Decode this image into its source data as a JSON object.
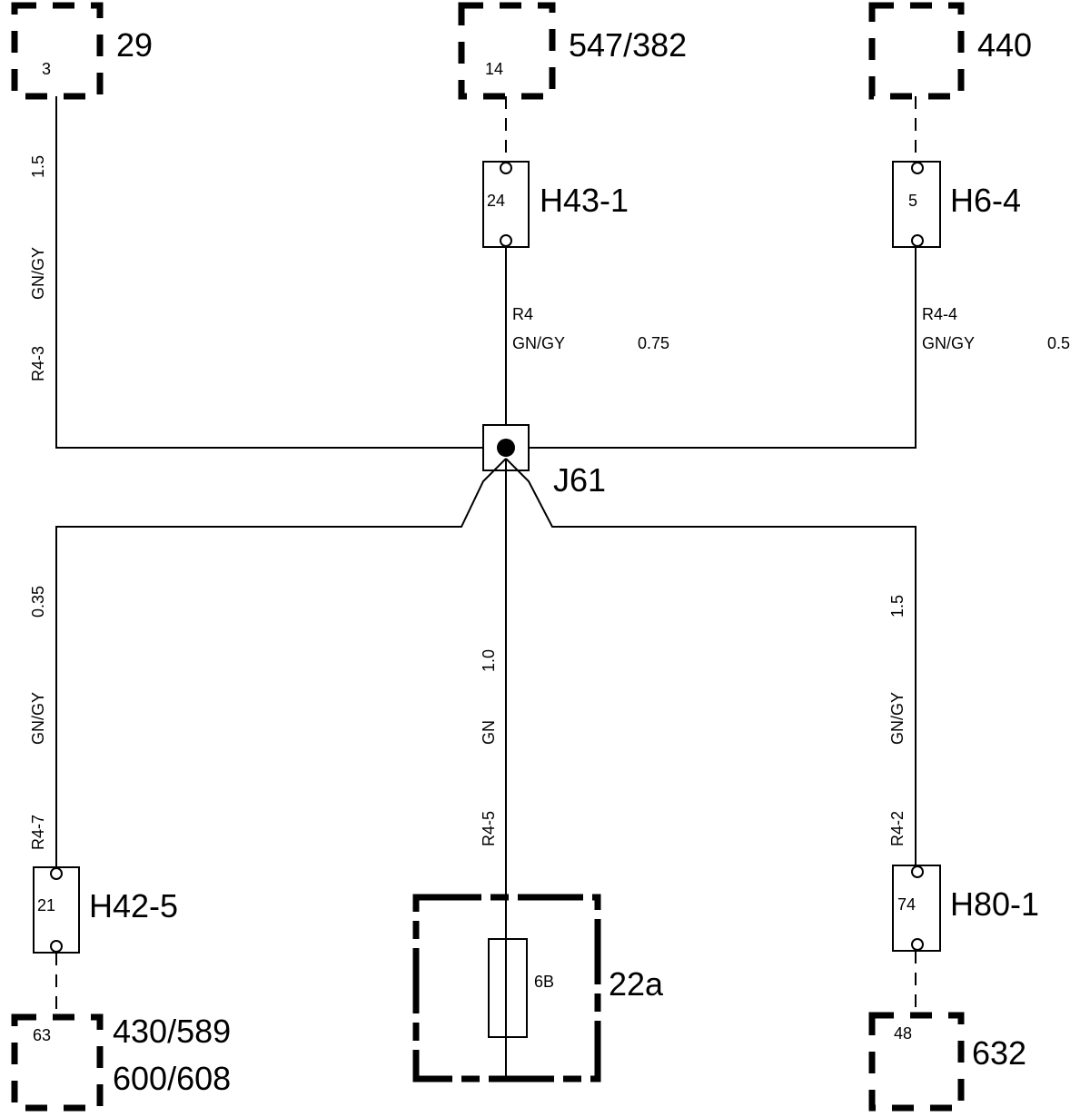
{
  "modules": {
    "m29": {
      "id": "29",
      "pin": "3"
    },
    "m547": {
      "id": "547/382",
      "pin": "14"
    },
    "m440": {
      "id": "440"
    },
    "m430": {
      "id_line1": "430/589",
      "id_line2": "600/608",
      "pin": "63"
    },
    "m22a": {
      "id": "22a",
      "component": "6B"
    },
    "m632": {
      "id": "632",
      "pin": "48"
    }
  },
  "connectors": {
    "h43": {
      "id": "H43-1",
      "pin": "24"
    },
    "h6": {
      "id": "H6-4",
      "pin": "5"
    },
    "h42": {
      "id": "H42-5",
      "pin": "21"
    },
    "h80": {
      "id": "H80-1",
      "pin": "74"
    }
  },
  "junction": {
    "id": "J61"
  },
  "wires": {
    "w_r4_3": {
      "circuit": "R4-3",
      "color": "GN/GY",
      "size": "1.5"
    },
    "w_r4": {
      "circuit": "R4",
      "color": "GN/GY",
      "size": "0.75"
    },
    "w_r4_4": {
      "circuit": "R4-4",
      "color": "GN/GY",
      "size": "0.5"
    },
    "w_r4_7": {
      "circuit": "R4-7",
      "color": "GN/GY",
      "size": "0.35"
    },
    "w_r4_5": {
      "circuit": "R4-5",
      "color": "GN",
      "size": "1.0"
    },
    "w_r4_2": {
      "circuit": "R4-2",
      "color": "GN/GY",
      "size": "1.5"
    }
  }
}
